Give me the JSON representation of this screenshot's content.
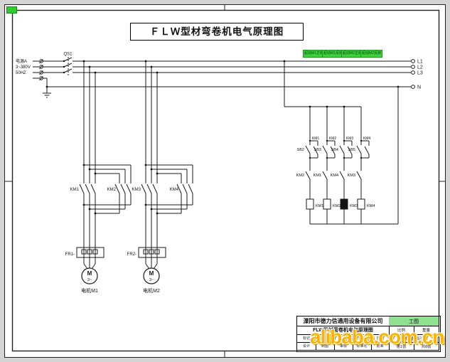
{
  "title": "ＦＬＷ型材弯卷机电气原理图",
  "power_input": {
    "label1": "电源A",
    "label2": "3~380V",
    "label3": "50HZ",
    "switch": "QS1"
  },
  "bus": {
    "terminals": [
      "L1",
      "L2",
      "L3",
      "N"
    ]
  },
  "motors": [
    {
      "km_left": "KM1",
      "km_right": "KM2",
      "relay": "FR1-",
      "symbol": "M",
      "phase": "3~",
      "label": "电机M1"
    },
    {
      "km_left": "KM3",
      "km_right": "KM4",
      "relay": "FR2-",
      "symbol": "M",
      "phase": "3~",
      "label": "电机M2"
    }
  ],
  "control": {
    "headers": [
      "起动M1正转",
      "起动M1反转",
      "起动M2正转",
      "起动M2反转"
    ],
    "branches": [
      {
        "start": "SB2",
        "hold": "KM1",
        "interlock": "KM2",
        "coil": "KM1"
      },
      {
        "start": "SB3",
        "hold": "KM2",
        "interlock": "KM1",
        "coil": "KM2"
      },
      {
        "start": "SB4",
        "hold": "KM3",
        "interlock": "KM4",
        "coil": "KM3"
      },
      {
        "start": "SB5",
        "hold": "KM4",
        "interlock": "KM3",
        "coil": "KM4"
      }
    ]
  },
  "titleblock": {
    "company": "溧阳市德力信通用设备有限公司",
    "doc_type": "工图",
    "drawing_title": "FLW型材弯卷机电气原理图",
    "scale_label": "比例",
    "weight_label": "重量",
    "stage_label": "阶段标记",
    "sheet_no": "第1张",
    "sheet_total": "共8张",
    "row3": [
      "标记",
      "处数",
      "分区",
      "签名",
      "日期"
    ],
    "row4": [
      "设计",
      "制图",
      "审核",
      "标准化",
      "批准"
    ]
  },
  "watermark": "alibaba.com.cn"
}
